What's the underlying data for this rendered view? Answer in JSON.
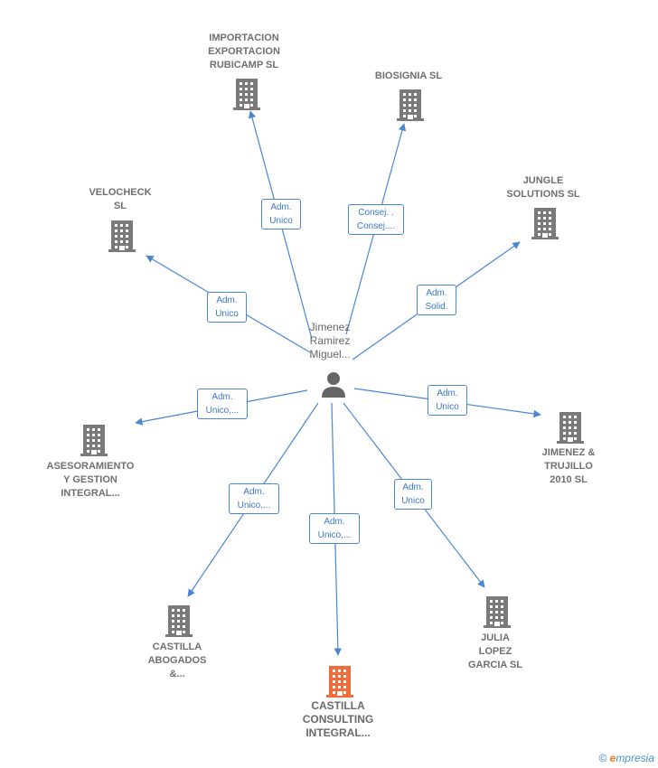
{
  "center": {
    "name": "Jimenez\nRamirez\nMiguel..."
  },
  "companies": [
    {
      "id": "importacion",
      "name": "IMPORTACION\nEXPORTACION\nRUBICAMP  SL",
      "relation": "Adm.\nUnico"
    },
    {
      "id": "biosignia",
      "name": "BIOSIGNIA  SL",
      "relation": "Consej. .\nConsej...."
    },
    {
      "id": "velocheck",
      "name": "VELOCHECK\nSL",
      "relation": "Adm.\nUnico"
    },
    {
      "id": "jungle",
      "name": "JUNGLE\nSOLUTIONS  SL",
      "relation": "Adm.\nSolid."
    },
    {
      "id": "asesoramiento",
      "name": "ASESORAMIENTO\nY GESTION\nINTEGRAL...",
      "relation": "Adm.\nUnico,..."
    },
    {
      "id": "jimenez-trujillo",
      "name": "JIMENEZ &\nTRUJILLO\n2010 SL",
      "relation": "Adm.\nUnico"
    },
    {
      "id": "castilla-abogados",
      "name": "CASTILLA\nABOGADOS\n&...",
      "relation": "Adm.\nUnico,..."
    },
    {
      "id": "castilla-consulting",
      "name": "CASTILLA\nCONSULTING\nINTEGRAL...",
      "relation": "Adm.\nUnico,...",
      "highlight": true
    },
    {
      "id": "julia",
      "name": "JULIA\nLOPEZ\nGARCIA SL",
      "relation": "Adm.\nUnico"
    }
  ],
  "colors": {
    "edge": "#4a86d4",
    "building": "#7a7a7a",
    "building_highlight": "#f26b3a",
    "person": "#666666"
  },
  "footer": {
    "copyright": "©",
    "brand_e": "e",
    "brand_rest": "mpresia"
  }
}
